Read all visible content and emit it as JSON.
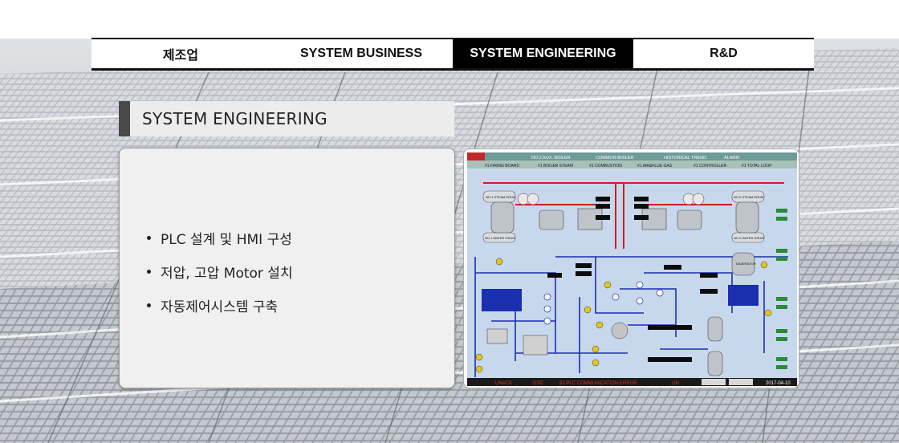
{
  "nav": {
    "items": [
      {
        "label": "제조업",
        "active": false
      },
      {
        "label": "SYSTEM BUSINESS",
        "active": false
      },
      {
        "label": "SYSTEM ENGINEERING",
        "active": true
      },
      {
        "label": "R&D",
        "active": false
      }
    ]
  },
  "section": {
    "title": "SYSTEM ENGINEERING"
  },
  "card": {
    "bullets": [
      "PLC 설계 및 HMI 구성",
      "저압, 고압 Motor 설치",
      "자동제어시스템 구축"
    ]
  },
  "hmi": {
    "top_tabs": [
      "NO.2 AUX. BOILER",
      "COMMON BOILER",
      "HISTORICAL TREND",
      "ALARM"
    ],
    "sub_tabs": [
      "#1 FIRING BOARD",
      "#1 BOILER STEAM",
      "#1 COMBUSTION",
      "#1 AIR&FLUE GAS",
      "#1 CONTROLLER",
      "#1 TOTAL LOOP"
    ],
    "labels": {
      "steam_drum_1": "NO.1 STEAM DRUM",
      "steam_drum_2": "NO.2 STEAM DRUM",
      "water_drum_1": "NO.1 WATER DRUM",
      "water_drum_2": "NO.2 WATER DRUM",
      "deaerator": "DEAERATOR"
    },
    "status": {
      "unack": "UNACK",
      "dsc": "DSC",
      "error": "82 PLC COMMUNICATION ERROR",
      "on": "ON",
      "date": "2017-04-10"
    },
    "colors": {
      "background": "#c8d8ec",
      "header": "#2d5a8a",
      "steam_line": "#cc1f1f",
      "water_line": "#1a2fb0",
      "status_bar": "#1a1a1a",
      "alarm_text": "#e03020"
    }
  }
}
